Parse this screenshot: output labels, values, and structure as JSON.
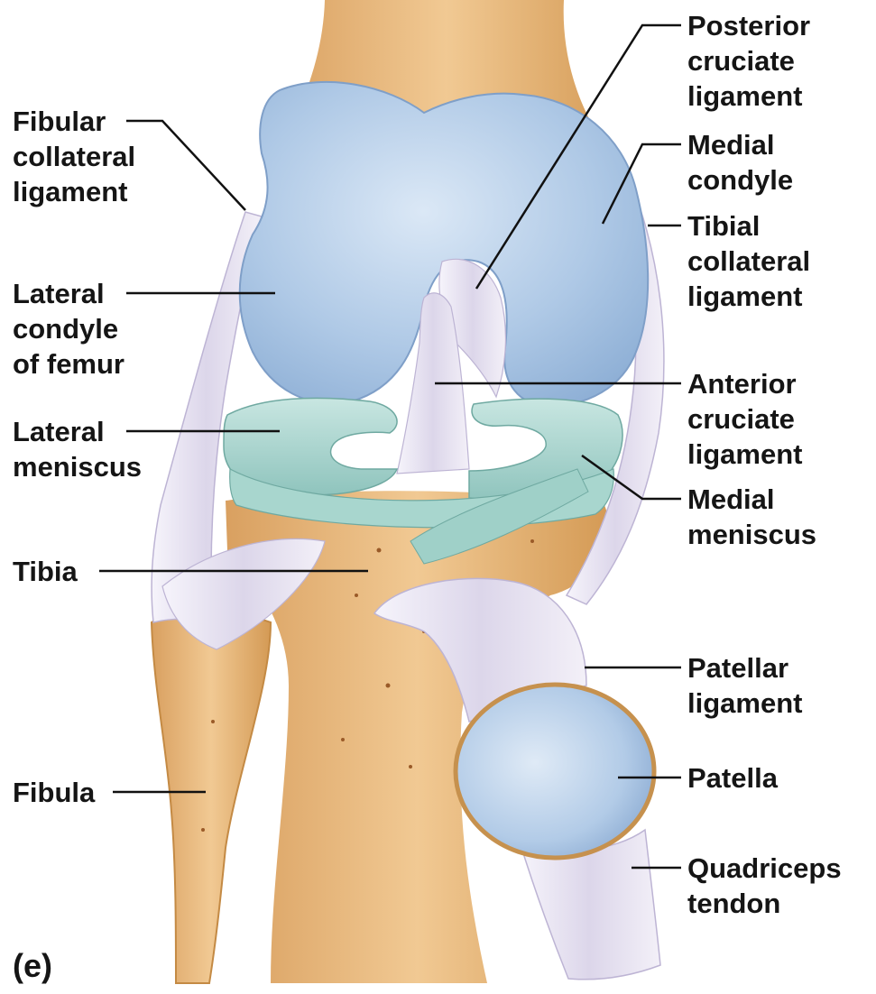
{
  "panel_label": "(e)",
  "labels": {
    "fibular_collateral_ligament": [
      "Fibular",
      "collateral",
      "ligament"
    ],
    "lateral_condyle_of_femur": [
      "Lateral",
      "condyle",
      "of femur"
    ],
    "lateral_meniscus": [
      "Lateral",
      "meniscus"
    ],
    "tibia": [
      "Tibia"
    ],
    "fibula": [
      "Fibula"
    ],
    "posterior_cruciate_ligament": [
      "Posterior",
      "cruciate",
      "ligament"
    ],
    "medial_condyle": [
      "Medial",
      "condyle"
    ],
    "tibial_collateral_ligament": [
      "Tibial",
      "collateral",
      "ligament"
    ],
    "anterior_cruciate_ligament": [
      "Anterior",
      "cruciate",
      "ligament"
    ],
    "medial_meniscus": [
      "Medial",
      "meniscus"
    ],
    "patellar_ligament": [
      "Patellar",
      "ligament"
    ],
    "patella": [
      "Patella"
    ],
    "quadriceps_tendon": [
      "Quadriceps",
      "tendon"
    ]
  },
  "colors": {
    "bone": "#e8b878",
    "bone_dark": "#c98f48",
    "cartilage": "#a9c7e6",
    "meniscus": "#b4dcd6",
    "ligament": "#ece8f4",
    "leader_line": "#111111"
  }
}
